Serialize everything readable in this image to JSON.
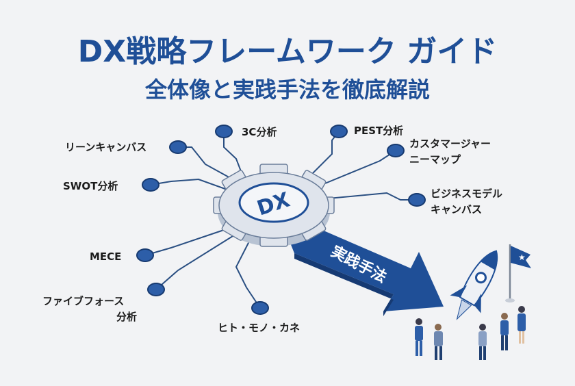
{
  "title": "DX戦略フレームワーク ガイド",
  "subtitle": "全体像と実践手法を徹底解説",
  "center_label": "DX",
  "arrow_label": "実践手法",
  "frameworks": {
    "lean_canvas": "リーンキャンバス",
    "three_c": "3C分析",
    "pest": "PEST分析",
    "customer_journey_1": "カスタマージャー",
    "customer_journey_2": "ニーマップ",
    "swot": "SWOT分析",
    "business_model_1": "ビジネスモデル",
    "business_model_2": "キャンバス",
    "mece": "MECE",
    "five_forces_1": "ファイブフォース",
    "five_forces_2": "分析",
    "people_things_money": "ヒト・モノ・カネ"
  },
  "colors": {
    "primary": "#1f4f97",
    "node": "#2d5ea8",
    "background": "#f2f3f5"
  }
}
